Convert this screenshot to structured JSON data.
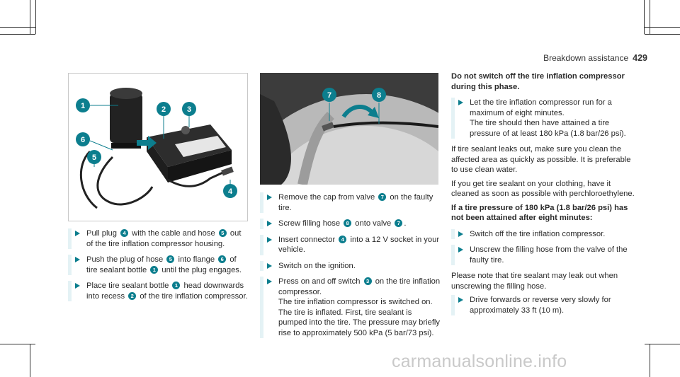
{
  "header": {
    "section": "Breakdown assistance",
    "page": "429"
  },
  "figure1": {
    "callouts": [
      "1",
      "2",
      "3",
      "4",
      "5",
      "6"
    ]
  },
  "figure2": {
    "callouts": [
      "7",
      "8"
    ]
  },
  "col1": {
    "s1": {
      "a": "Pull plug",
      "n1": "4",
      "b": "with the cable and hose",
      "n2": "5",
      "c": "out of the tire inflation compressor housing."
    },
    "s2": {
      "a": "Push the plug of hose",
      "n1": "5",
      "b": "into flange",
      "n2": "6",
      "c": "of tire sealant bottle",
      "n3": "1",
      "d": "until the plug engages."
    },
    "s3": {
      "a": "Place tire sealant bottle",
      "n1": "1",
      "b": "head downwards into recess",
      "n2": "2",
      "c": "of the tire inflation compressor."
    }
  },
  "col2": {
    "s1": {
      "a": "Remove the cap from valve",
      "n1": "7",
      "b": "on the faulty tire."
    },
    "s2": {
      "a": "Screw filling hose",
      "n1": "8",
      "b": "onto valve",
      "n2": "7",
      "c": "."
    },
    "s3": {
      "a": "Insert connector",
      "n1": "4",
      "b": "into a 12 V socket in your vehicle."
    },
    "s4": {
      "a": "Switch on the ignition."
    },
    "s5": {
      "a": "Press on and off switch",
      "n1": "3",
      "b": "on the tire inflation compressor.",
      "l2": "The tire inflation compressor is switched on.",
      "l3": "The tire is inflated. First, tire sealant is pumped into the tire. The pressure may briefly rise to approximately 500 kPa (5 bar/73 psi)."
    }
  },
  "col3": {
    "heading1": "Do not switch off the tire inflation compressor during this phase.",
    "s1": {
      "a": "Let the tire inflation compressor run for a maximum of eight minutes.",
      "l2": "The tire should then have attained a tire pressure of at least 180 kPa (1.8 bar/26 psi)."
    },
    "p1": "If tire sealant leaks out, make sure you clean the affected area as quickly as possible. It is preferable to use clean water.",
    "p2": "If you get tire sealant on your clothing, have it cleaned as soon as possible with perchloroethylene.",
    "heading2": "If a tire pressure of 180 kPa (1.8 bar/26 psi) has not been attained after eight minutes:",
    "s2": {
      "a": "Switch off the tire inflation compressor."
    },
    "s3": {
      "a": "Unscrew the filling hose from the valve of the faulty tire."
    },
    "p3": "Please note that tire sealant may leak out when unscrewing the filling hose.",
    "s4": {
      "a": "Drive forwards or reverse very slowly for approximately 33 ft (10 m)."
    }
  },
  "watermark": "carmanualsonline.info",
  "colors": {
    "accent": "#0c7e8e",
    "bar": "#e4f2f5"
  },
  "icons": [
    "step-arrow-icon",
    "callout-badge"
  ]
}
